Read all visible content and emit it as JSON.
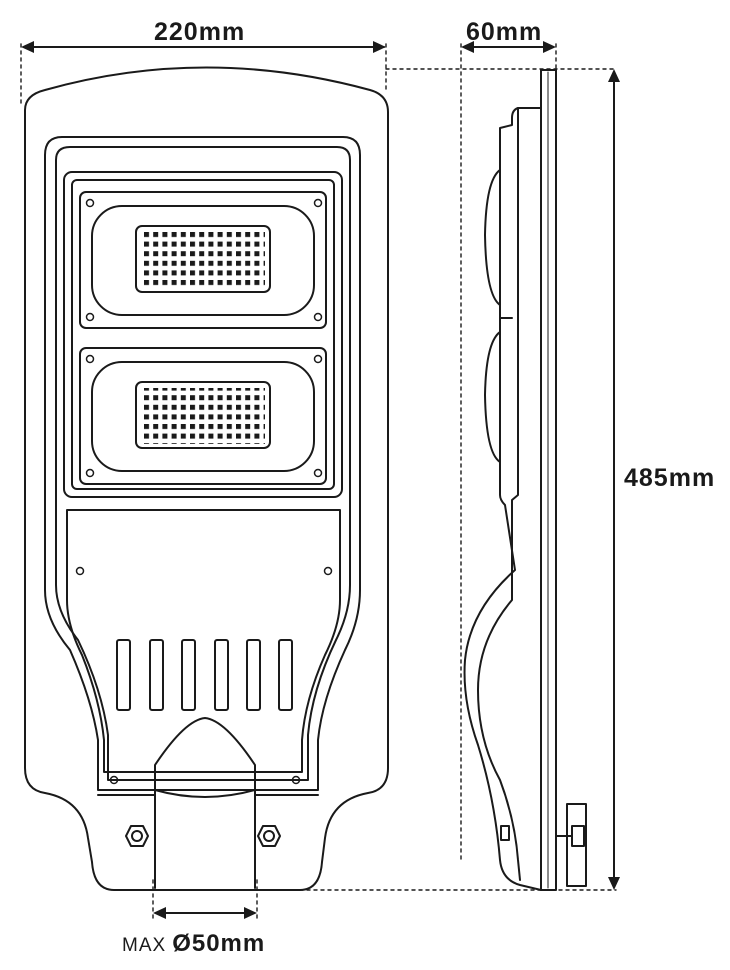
{
  "dimensions": {
    "width": "220mm",
    "depth": "60mm",
    "height": "485mm",
    "pole_prefix": "MAX",
    "pole_diameter": "Ø50mm"
  },
  "colors": {
    "line": "#1a1a1a",
    "background": "#ffffff"
  }
}
